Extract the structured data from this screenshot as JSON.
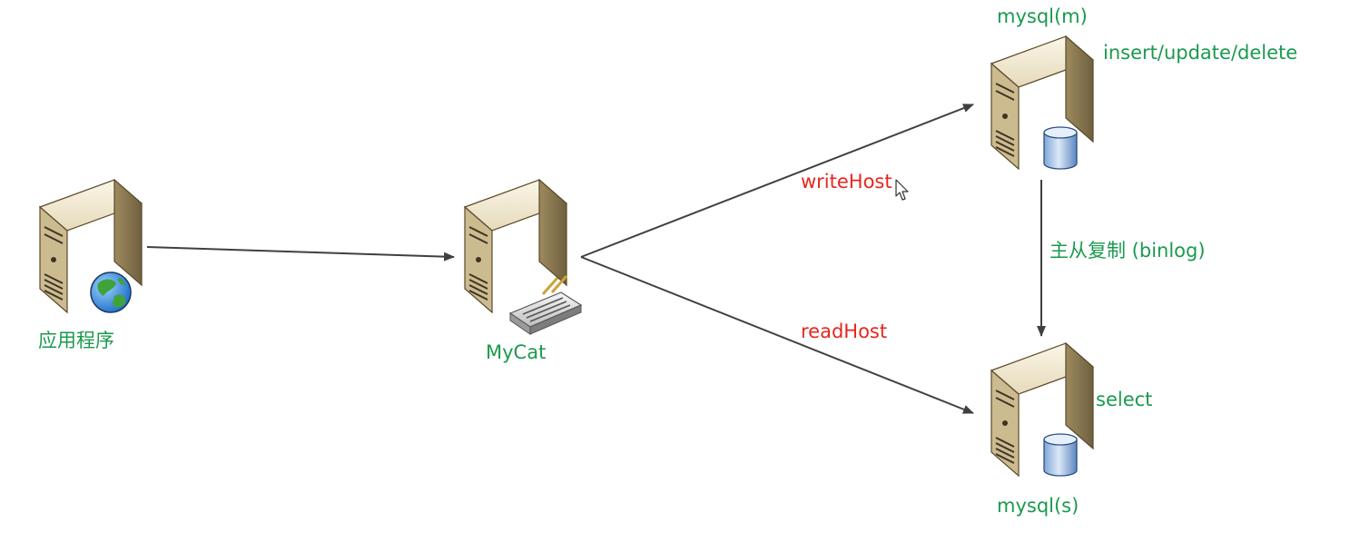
{
  "colors": {
    "node_label": "#1b9a4f",
    "edge_label": "#e8261d",
    "arrow": "#404040"
  },
  "nodes": {
    "app": {
      "label": "应用程序",
      "icon": "server-globe-icon"
    },
    "mycat": {
      "label": "MyCat",
      "icon": "server-router-icon"
    },
    "master": {
      "label": "mysql(m)",
      "note": "insert/update/delete",
      "icon": "server-database-icon"
    },
    "slave": {
      "label": "mysql(s)",
      "note": "select",
      "icon": "server-database-icon"
    }
  },
  "edges": {
    "write": {
      "label": "writeHost"
    },
    "read": {
      "label": "readHost"
    },
    "replication": {
      "label": "主从复制 (binlog)"
    }
  }
}
